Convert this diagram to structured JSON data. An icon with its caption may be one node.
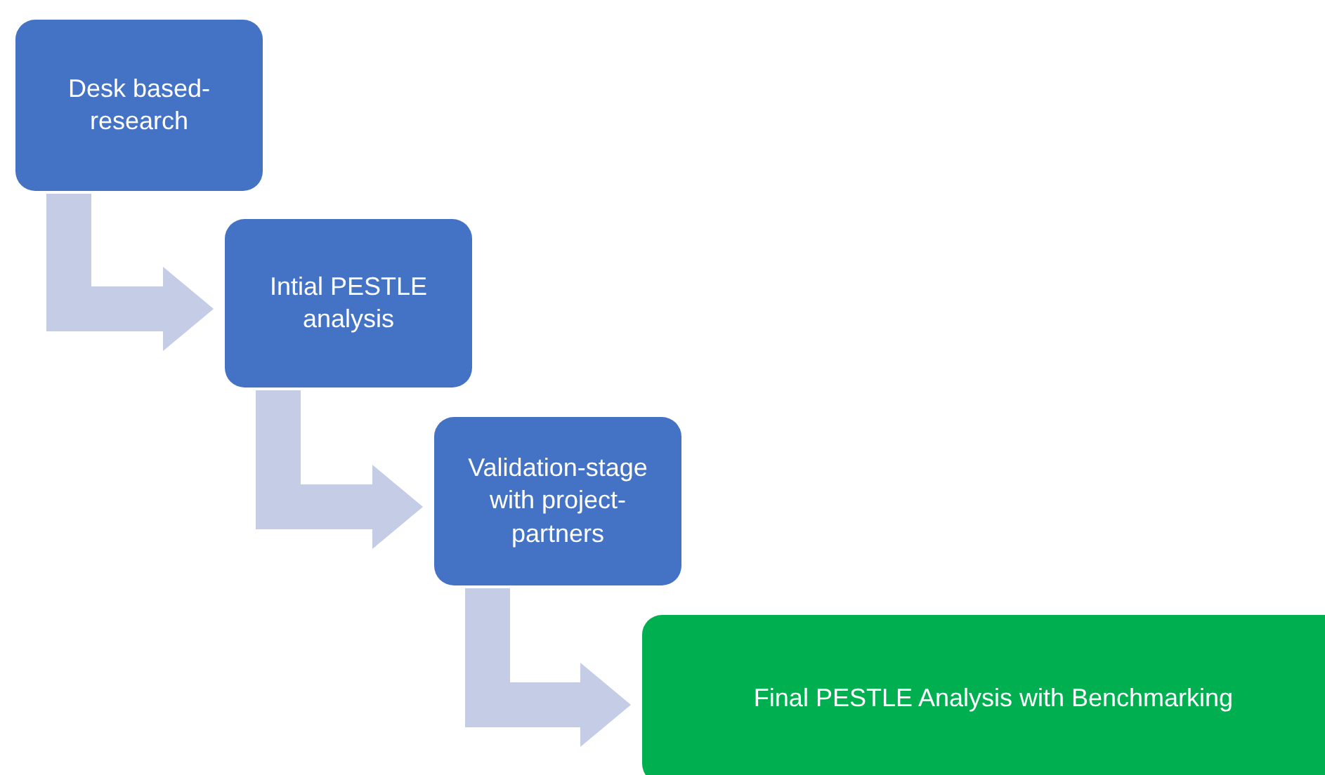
{
  "diagram": {
    "nodes": [
      {
        "text": [
          "Desk based-research"
        ]
      },
      {
        "text": [
          "Intial PESTLE analysis"
        ]
      },
      {
        "text": [
          "Validation-stage with project-partners"
        ]
      },
      {
        "text": [
          "Final PESTLE Analysis with Benchmarking"
        ]
      }
    ],
    "edges": [
      {
        "from": 0,
        "to": 1,
        "arrow": "to"
      },
      {
        "from": 1,
        "to": 2,
        "arrow": "to"
      },
      {
        "from": 2,
        "to": 3,
        "arrow": "to"
      }
    ]
  }
}
